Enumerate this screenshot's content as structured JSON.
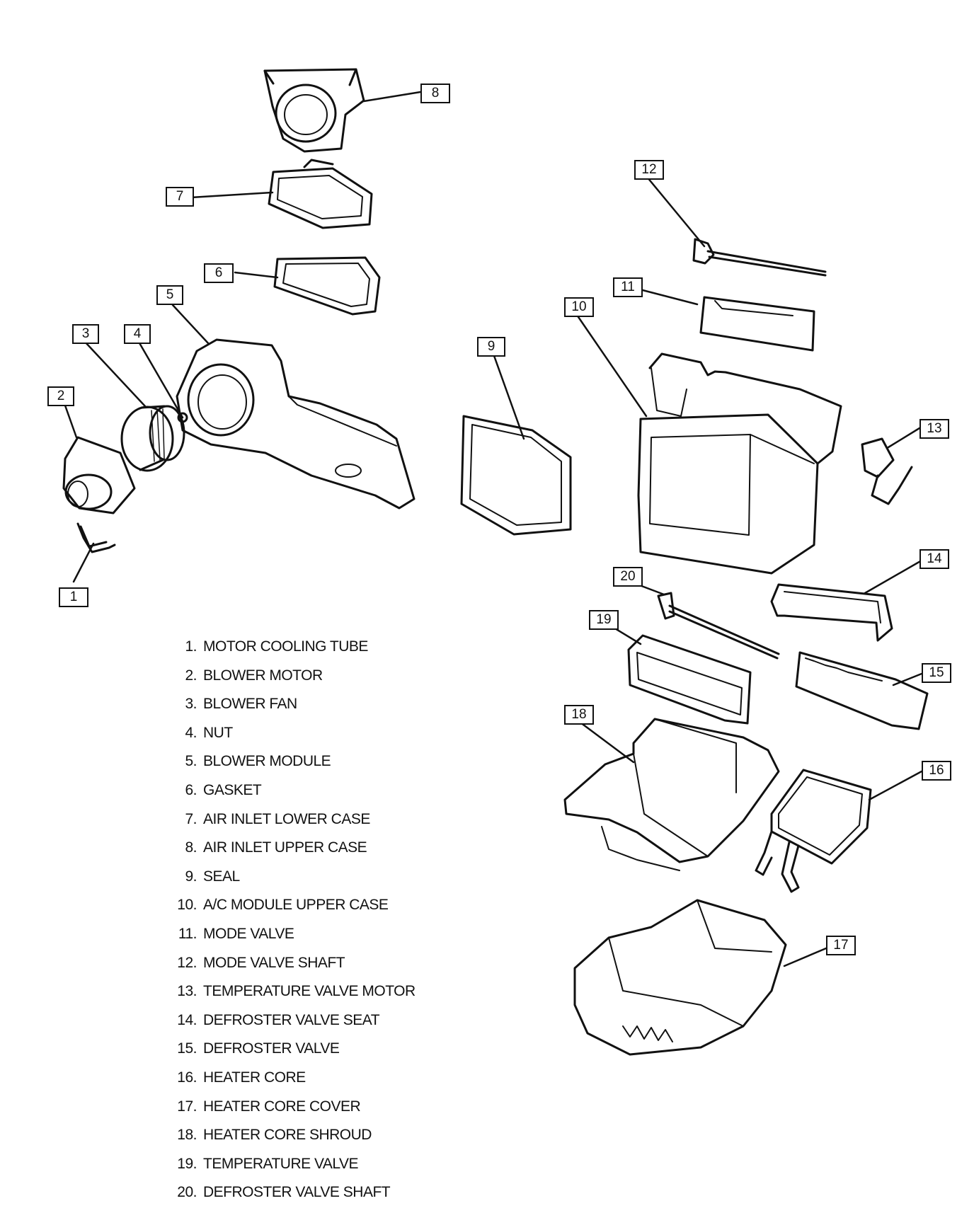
{
  "parts": [
    {
      "number": "1",
      "name": "MOTOR COOLING TUBE"
    },
    {
      "number": "2",
      "name": "BLOWER MOTOR"
    },
    {
      "number": "3",
      "name": "BLOWER FAN"
    },
    {
      "number": "4",
      "name": "NUT"
    },
    {
      "number": "5",
      "name": "BLOWER MODULE"
    },
    {
      "number": "6",
      "name": "GASKET"
    },
    {
      "number": "7",
      "name": "AIR INLET LOWER CASE"
    },
    {
      "number": "8",
      "name": "AIR INLET UPPER CASE"
    },
    {
      "number": "9",
      "name": "SEAL"
    },
    {
      "number": "10",
      "name": "A/C MODULE UPPER CASE"
    },
    {
      "number": "11",
      "name": "MODE VALVE"
    },
    {
      "number": "12",
      "name": "MODE VALVE SHAFT"
    },
    {
      "number": "13",
      "name": "TEMPERATURE VALVE MOTOR"
    },
    {
      "number": "14",
      "name": "DEFROSTER VALVE SEAT"
    },
    {
      "number": "15",
      "name": "DEFROSTER VALVE"
    },
    {
      "number": "16",
      "name": "HEATER CORE"
    },
    {
      "number": "17",
      "name": "HEATER CORE COVER"
    },
    {
      "number": "18",
      "name": "HEATER CORE SHROUD"
    },
    {
      "number": "19",
      "name": "TEMPERATURE VALVE"
    },
    {
      "number": "20",
      "name": "DEFROSTER VALVE SHAFT"
    }
  ],
  "legend_suffix": "."
}
